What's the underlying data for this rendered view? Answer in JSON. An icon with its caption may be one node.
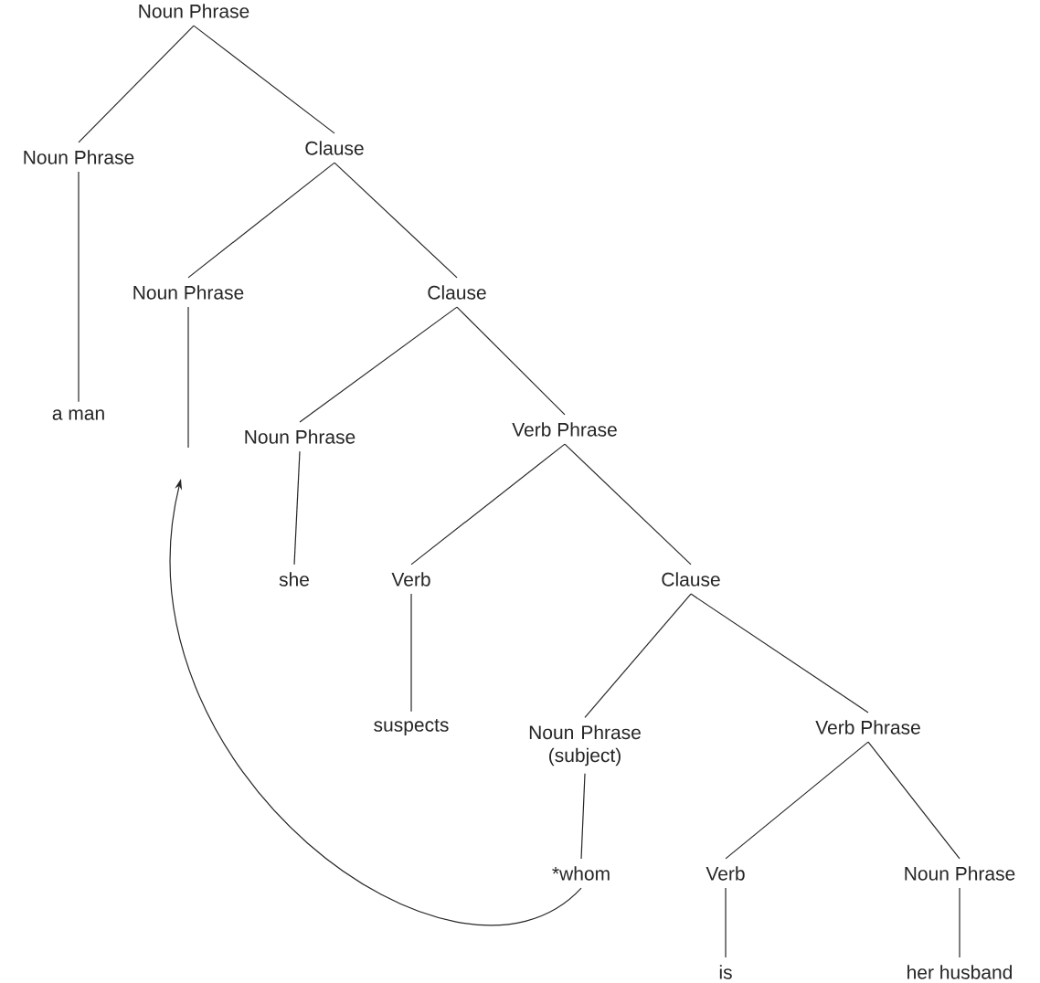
{
  "diagram": {
    "nodes": [
      {
        "text": [
          "Noun Phrase"
        ]
      },
      {
        "text": [
          "Noun Phrase"
        ]
      },
      {
        "text": [
          "Clause"
        ]
      },
      {
        "text": [
          "a man"
        ]
      },
      {
        "text": [
          "Noun Phrase"
        ]
      },
      {
        "text": [
          "Clause"
        ]
      },
      {
        "text": [
          "Noun Phrase"
        ]
      },
      {
        "text": [
          "Verb Phrase"
        ]
      },
      {
        "text": [
          "she"
        ]
      },
      {
        "text": [
          "Verb"
        ]
      },
      {
        "text": [
          "Clause"
        ]
      },
      {
        "text": [
          "suspects"
        ]
      },
      {
        "text": [
          "Noun Phrase (subject)"
        ]
      },
      {
        "text": [
          "Verb Phrase"
        ]
      },
      {
        "text": [
          "*whom"
        ]
      },
      {
        "text": [
          "Verb"
        ]
      },
      {
        "text": [
          "Noun Phrase"
        ]
      },
      {
        "text": [
          "is"
        ]
      },
      {
        "text": [
          "her husband"
        ]
      }
    ],
    "edges": [
      {
        "from": 0,
        "to": 1,
        "arrow": "none"
      },
      {
        "from": 0,
        "to": 2,
        "arrow": "none"
      },
      {
        "from": 1,
        "to": 3,
        "arrow": "none"
      },
      {
        "from": 2,
        "to": 4,
        "arrow": "none"
      },
      {
        "from": 2,
        "to": 5,
        "arrow": "none"
      },
      {
        "from": 4,
        "to": null,
        "arrow": "none"
      },
      {
        "from": 5,
        "to": 6,
        "arrow": "none"
      },
      {
        "from": 5,
        "to": 7,
        "arrow": "none"
      },
      {
        "from": 6,
        "to": 8,
        "arrow": "none"
      },
      {
        "from": 7,
        "to": 9,
        "arrow": "none"
      },
      {
        "from": 7,
        "to": 10,
        "arrow": "none"
      },
      {
        "from": 9,
        "to": 11,
        "arrow": "none"
      },
      {
        "from": 10,
        "to": 12,
        "arrow": "none"
      },
      {
        "from": 10,
        "to": 13,
        "arrow": "none"
      },
      {
        "from": 12,
        "to": 14,
        "arrow": "none"
      },
      {
        "from": 13,
        "to": 15,
        "arrow": "none"
      },
      {
        "from": 13,
        "to": 16,
        "arrow": "none"
      },
      {
        "from": 15,
        "to": 17,
        "arrow": "none"
      },
      {
        "from": 16,
        "to": 18,
        "arrow": "none"
      },
      {
        "from": 14,
        "to": null,
        "arrow": "to"
      }
    ]
  }
}
